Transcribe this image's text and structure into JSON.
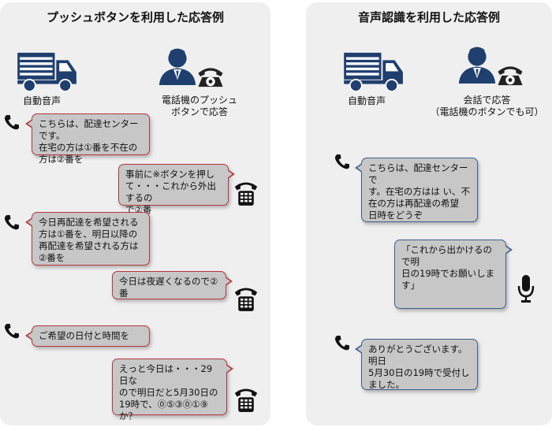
{
  "left_panel": {
    "title": "プッシュボタンを利用した応答例",
    "auto_label": "自動音声",
    "user_label_line1": "電話機のプッシュ",
    "user_label_line2": "ボタンで応答",
    "messages": [
      {
        "speaker": "system",
        "text": "こちらは、配達センターです。\n在宅の方は①番を不在の\n方は②番を"
      },
      {
        "speaker": "user",
        "text": "事前に※ボタンを押し\nて・・・これから外出するの\nで②番"
      },
      {
        "speaker": "system",
        "text": "今日再配達を希望される\n方は①番を、明日以降の\n再配達を希望される方は\n②番を"
      },
      {
        "speaker": "user",
        "text": "今日は夜遅くなるので②\n番"
      },
      {
        "speaker": "system",
        "text": "ご希望の日付と時間を"
      },
      {
        "speaker": "user",
        "text": "えっと今日は・・・29日な\nので明日だと5月30日の\n19時で、⓪⑤③⓪①⑨\nか？"
      }
    ]
  },
  "right_panel": {
    "title": "音声認識を利用した応答例",
    "auto_label": "自動音声",
    "user_label_line1": "会話で応答",
    "user_label_line2": "（電話機のボタンでも可）",
    "messages": [
      {
        "speaker": "system",
        "text": "こちらは、配達センターで\nす。在宅の方はは い、不\n在の方は再配達の希望\n日時をどうぞ"
      },
      {
        "speaker": "user",
        "text": "「これから出かけるので明\n日の19時でお願いしま\nす」"
      },
      {
        "speaker": "system",
        "text": "ありがとうございます。明日\n5月30日の19時で受付し\nました。"
      }
    ]
  }
}
